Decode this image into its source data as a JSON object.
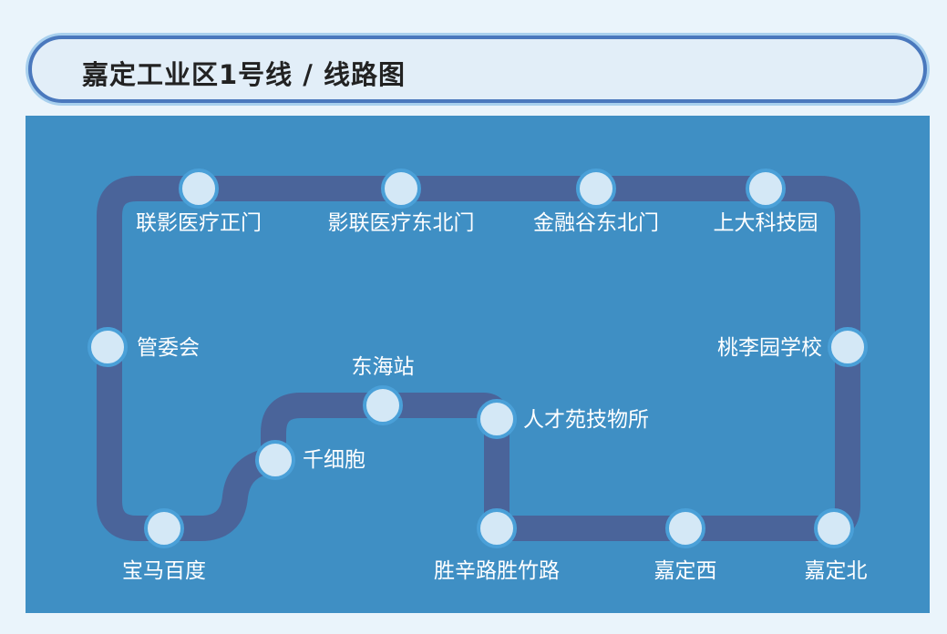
{
  "title": "嘉定工业区1号线 / 线路图",
  "colors": {
    "panel": "#3f8fc4",
    "track": "#4a649a",
    "station_fill": "#d4e8f6",
    "station_ring": "#4aa0d8"
  },
  "stations": [
    {
      "name": "联影医疗正门"
    },
    {
      "name": "影联医疗东北门"
    },
    {
      "name": "金融谷东北门"
    },
    {
      "name": "上大科技园"
    },
    {
      "name": "管委会"
    },
    {
      "name": "桃李园学校"
    },
    {
      "name": "东海站"
    },
    {
      "name": "人才苑技物所"
    },
    {
      "name": "千细胞"
    },
    {
      "name": "宝马百度"
    },
    {
      "name": "胜辛路胜竹路"
    },
    {
      "name": "嘉定西"
    },
    {
      "name": "嘉定北"
    }
  ]
}
